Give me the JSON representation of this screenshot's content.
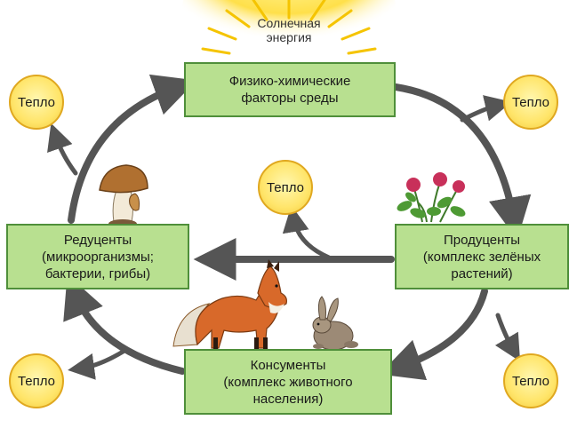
{
  "sun": {
    "line1": "Солнечная",
    "line2": "энергия",
    "color": "#ffe24a"
  },
  "boxes": {
    "physchem": {
      "line1": "Физико-химические",
      "line2": "факторы среды"
    },
    "producers": {
      "line1": "Продуценты",
      "line2": "(комплекс зелёных",
      "line3": "растений)"
    },
    "consumers": {
      "line1": "Консументы",
      "line2": "(комплекс животного",
      "line3": "населения)"
    },
    "reducers": {
      "line1": "Редуценты",
      "line2": "(микроорганизмы;",
      "line3": "бактерии, грибы)"
    }
  },
  "heat_label": "Тепло",
  "colors": {
    "box_fill": "#b8e090",
    "box_border": "#4f8f3a",
    "arrow": "#555555",
    "heat_fill": "#ffe56a"
  },
  "illustrations": [
    "mushroom-icon",
    "clover-icon",
    "fox-icon",
    "rabbit-icon"
  ]
}
